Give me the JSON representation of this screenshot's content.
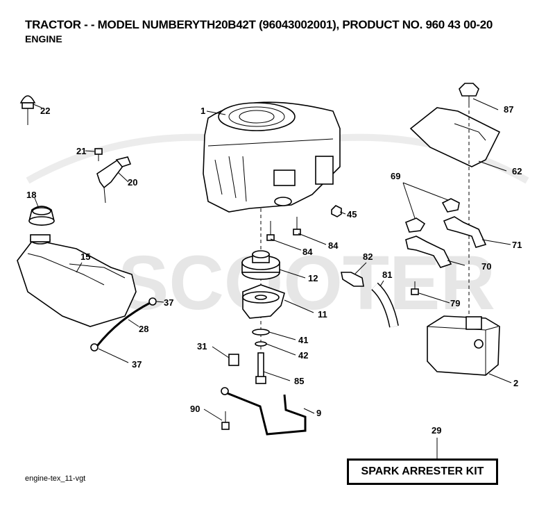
{
  "header": {
    "title": "TRACTOR - - MODEL NUMBERYTH20B42T (96043002001), PRODUCT NO. 960 43 00-20",
    "subtitle": "ENGINE"
  },
  "watermark": {
    "text": "SCOOTER"
  },
  "callouts": {
    "c1": "1",
    "c2": "2",
    "c9": "9",
    "c11": "11",
    "c12": "12",
    "c15": "15",
    "c18": "18",
    "c20": "20",
    "c21": "21",
    "c22": "22",
    "c28": "28",
    "c29": "29",
    "c31": "31",
    "c37a": "37",
    "c37b": "37",
    "c41": "41",
    "c42": "42",
    "c45": "45",
    "c62": "62",
    "c69": "69",
    "c70": "70",
    "c71": "71",
    "c79": "79",
    "c81": "81",
    "c82": "82",
    "c84a": "84",
    "c84b": "84",
    "c85": "85",
    "c87": "87",
    "c90": "90"
  },
  "kit_label": "SPARK ARRESTER KIT",
  "footer_code": "engine-tex_11-vgt"
}
